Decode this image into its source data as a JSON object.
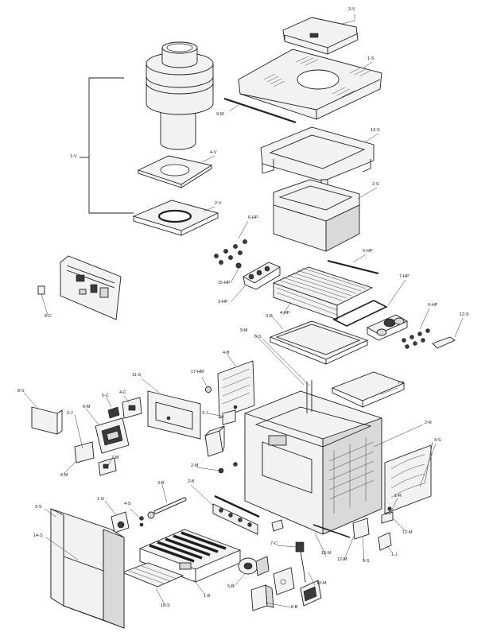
{
  "labels": {
    "l_3v": "3-V",
    "l_1s": "1-S",
    "l_9m": "9-M",
    "l_13s": "13-S",
    "l_1v": "1-V",
    "l_4v": "4-V",
    "l_2s": "2-S",
    "l_2v": "2-V",
    "l_6hp_top": "6-HP",
    "l_5hp": "5-HP",
    "l_15hp": "15-HP",
    "l_3hp": "3-HP",
    "l_7hp": "7-HP",
    "l_4hp": "4-HP",
    "l_6hp_right": "6-HP",
    "l_3r": "3-R",
    "l_12s": "12-S",
    "l_8c": "8-C",
    "l_9m_mid": "9-M",
    "l_6s": "6-S",
    "l_4b": "4-B",
    "l_17hm": "17-HM",
    "l_11s": "11-S",
    "l_7s": "7-S",
    "l_8s": "8-S",
    "l_5c": "5-C",
    "l_4c": "4-C",
    "l_2j": "2-J",
    "l_6m": "6-M",
    "l_3j": "3-J",
    "l_2r": "2-R",
    "l_4s": "4-S",
    "l_7m": "7-M",
    "l_8m": "8-M",
    "l_2m": "2-M",
    "l_3b": "3-B",
    "l_2b": "2-B",
    "l_1g": "1-G",
    "l_4s_low": "4-S",
    "l_3s": "3-S",
    "l_14s": "14-S",
    "l_1r": "1-R",
    "l_12m_r": "12-M",
    "l_1j": "1-J",
    "l_7c": "7-C",
    "l_13m": "13-M",
    "l_12m_low": "12-M",
    "l_5s": "5-S",
    "l_10m": "10-M",
    "l_5b": "5-B",
    "l_1b": "1-B",
    "l_10s": "10-S",
    "l_6b": "6-B"
  }
}
